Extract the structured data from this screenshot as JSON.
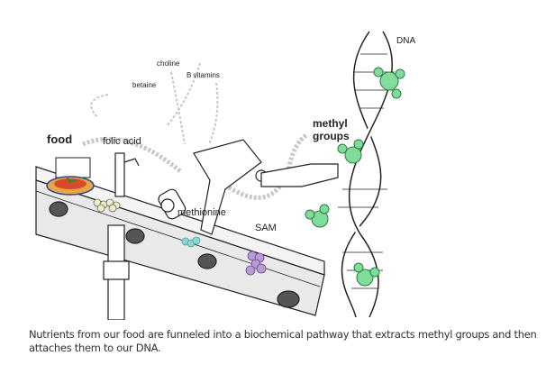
{
  "illustration": {
    "labels": {
      "choline": "choline",
      "b_vitamins": "B vitamins",
      "betaine": "betaine",
      "food": "food",
      "folic_acid": "folic acid",
      "methionine": "methionine",
      "sam": "SAM",
      "methyl_groups_line1": "methyl",
      "methyl_groups_line2": "groups",
      "dna": "DNA"
    },
    "colors": {
      "methyl_group": "#7fdc9a",
      "arrow": "#c8c8c8",
      "sam_molecule": "#b79bd6",
      "methionine_molecule": "#8fd3df",
      "folic_acid_molecule": "#f0f0c8",
      "food_sauce": "#d94a2a"
    }
  },
  "caption": "Nutrients from our food are funneled into a biochemical pathway that extracts methyl groups and then attaches them to our DNA."
}
